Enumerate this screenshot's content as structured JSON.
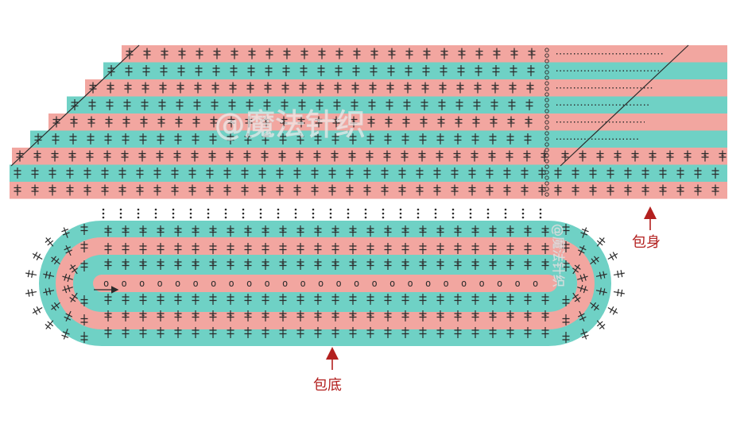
{
  "labels": {
    "body_label": "包身",
    "bottom_label": "包底"
  },
  "watermark": {
    "main": "@魔法针织",
    "side": "@魔法针织"
  },
  "symbols": {
    "chain": "o"
  },
  "colors": {
    "pink": "#f2a6a0",
    "teal": "#6fd1c5",
    "symbol": "#2b2b2b",
    "arrow_red": "#b3201f"
  }
}
